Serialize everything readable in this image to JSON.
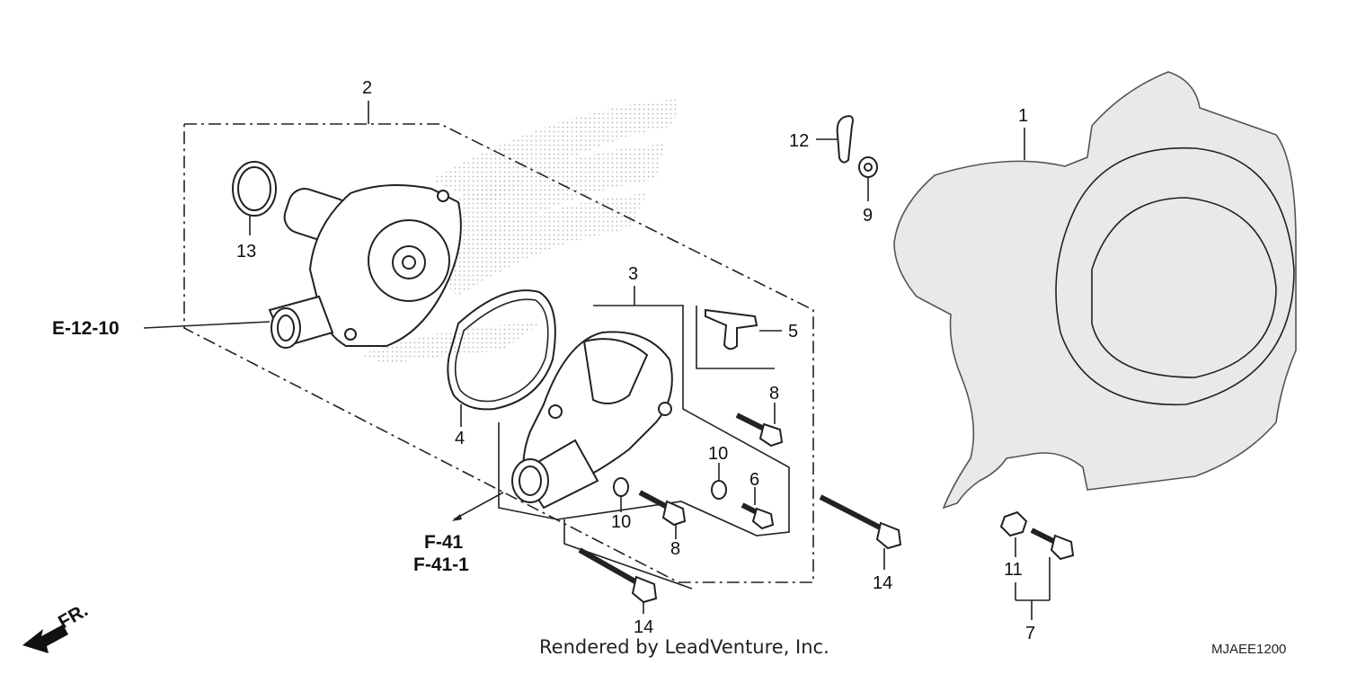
{
  "callouts": {
    "c1": "1",
    "c2": "2",
    "c3": "3",
    "c4": "4",
    "c5": "5",
    "c6": "6",
    "c7": "7",
    "c8a": "8",
    "c8b": "8",
    "c9": "9",
    "c10a": "10",
    "c10b": "10",
    "c11": "11",
    "c12": "12",
    "c13": "13",
    "c14a": "14",
    "c14b": "14"
  },
  "references": {
    "e12": "E-12-10",
    "f41": "F-41",
    "f411": "F-41-1"
  },
  "direction": {
    "label": "FR.",
    "icon": "front-arrow-icon"
  },
  "footer": {
    "credit": "Rendered by LeadVenture, Inc.",
    "code": "MJAEE1200"
  },
  "colors": {
    "ink": "#222222",
    "cover_fill": "#e9e9e9",
    "watermark": "#bbbbbb"
  }
}
